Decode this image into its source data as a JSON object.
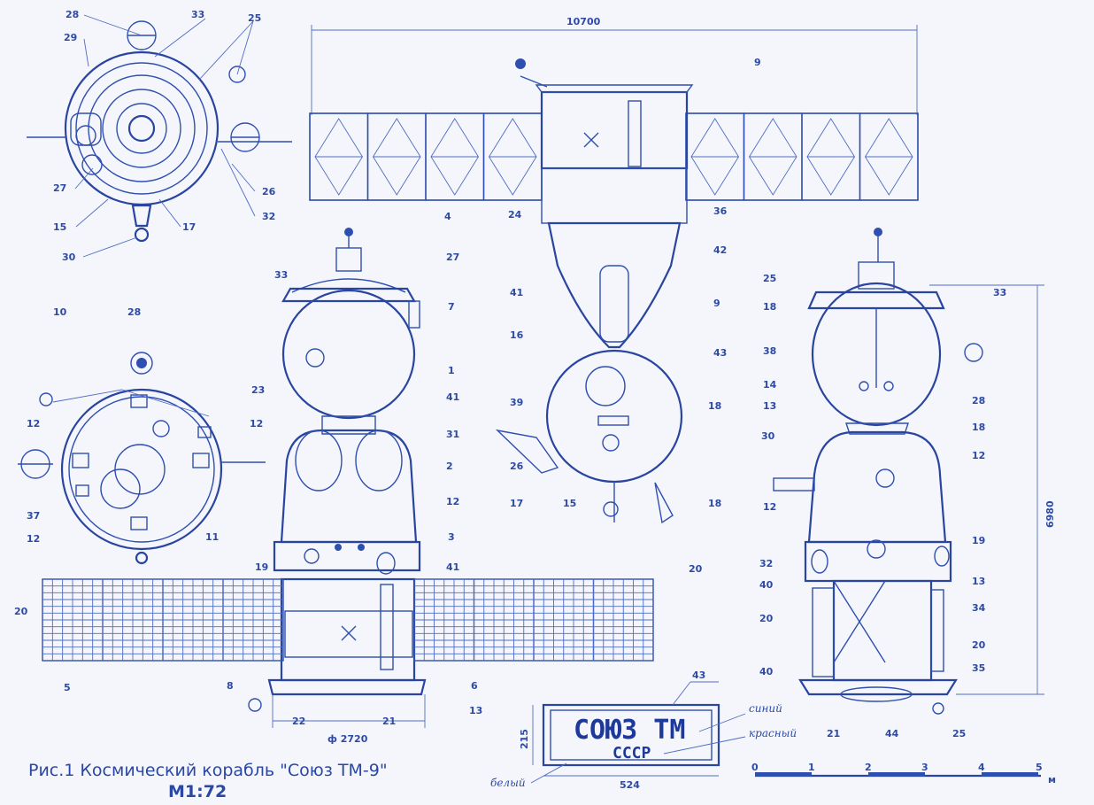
{
  "caption": {
    "title": "Рис.1 Космический корабль \"Союз ТМ-9\"",
    "scale": "М1:72"
  },
  "dimensions": {
    "span": "10700",
    "height": "6980",
    "diameter": "ф 2720",
    "plate_height": "215",
    "plate_width": "524"
  },
  "plate": {
    "line1": "СОЮЗ ТМ",
    "line2": "СССР",
    "blue": "синий",
    "red": "красный",
    "white": "белый"
  },
  "scale_bar": {
    "ticks": [
      "0",
      "1",
      "2",
      "3",
      "4",
      "5"
    ],
    "unit": "м"
  },
  "callouts": {
    "top_view": [
      "28",
      "33",
      "25",
      "29",
      "27",
      "15",
      "17",
      "30",
      "26",
      "32"
    ],
    "front_view": [
      "4",
      "27",
      "33",
      "7",
      "1",
      "23",
      "41",
      "31",
      "2",
      "12",
      "19",
      "3",
      "41",
      "20",
      "5",
      "8",
      "22",
      "21",
      "13",
      "6"
    ],
    "rear_view": [
      "10",
      "28",
      "12",
      "12",
      "37",
      "11",
      "12"
    ],
    "side_view_main": [
      "9",
      "24",
      "36",
      "41",
      "42",
      "16",
      "9",
      "43",
      "39",
      "18",
      "26",
      "17",
      "15",
      "18"
    ],
    "side_view_right": [
      "25",
      "33",
      "18",
      "38",
      "28",
      "14",
      "13",
      "18",
      "30",
      "12",
      "12",
      "19",
      "13",
      "32",
      "40",
      "34",
      "20",
      "20",
      "40",
      "35",
      "21",
      "44",
      "25"
    ],
    "panel": [
      "20",
      "43"
    ]
  },
  "colors": {
    "ink": "#2f4fb0",
    "paper": "#f4f6fb"
  }
}
